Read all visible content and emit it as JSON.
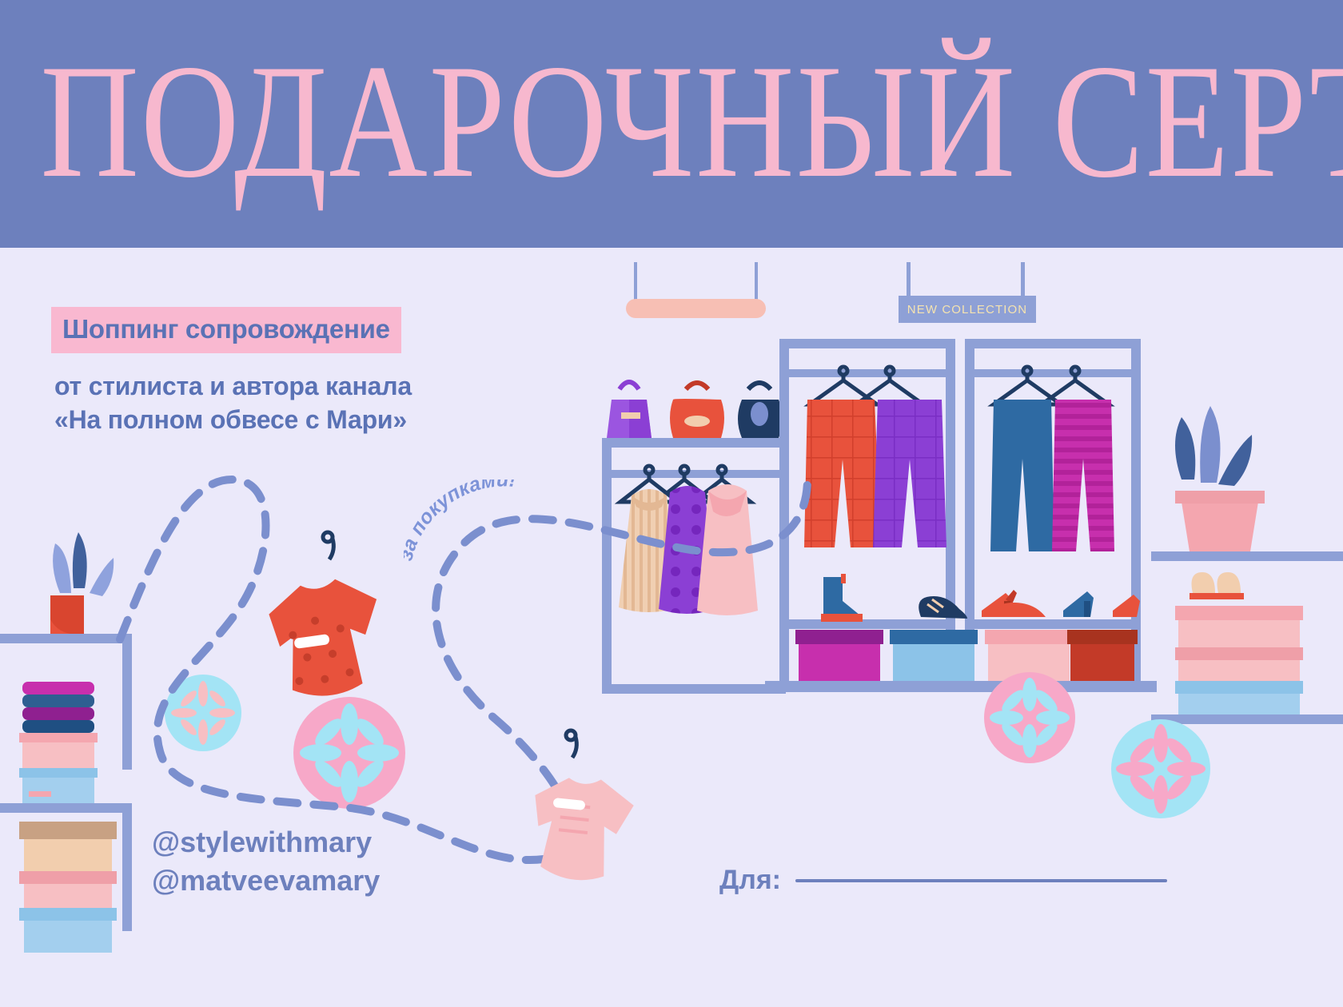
{
  "banner": {
    "title": "ПОДАРОЧНЫЙ СЕРТИФИКАТ",
    "background_color": "#6d80bd",
    "title_color": "#f7b8ce"
  },
  "page": {
    "background_color": "#ebe9fa",
    "accent_blue": "#6d80bd",
    "accent_pink": "#f9b8d0",
    "text_blue": "#5a72b5"
  },
  "offer": {
    "headline": "Шоппинг сопровождение",
    "headline_highlight_color": "#f9b8d0",
    "description": "от стилиста и автора канала\n«На полном обвесе с Мари»"
  },
  "social": {
    "handles": [
      "@stylewithmary",
      "@matveevamary"
    ]
  },
  "recipient": {
    "label": "Для:",
    "value": ""
  },
  "store": {
    "sign_label": "NEW COLLECTION",
    "sign_text_color": "#f5e3b0",
    "sign_background": "#8ea0d6"
  },
  "path_label": {
    "text": "за покупками!",
    "color": "#7d93d8"
  }
}
